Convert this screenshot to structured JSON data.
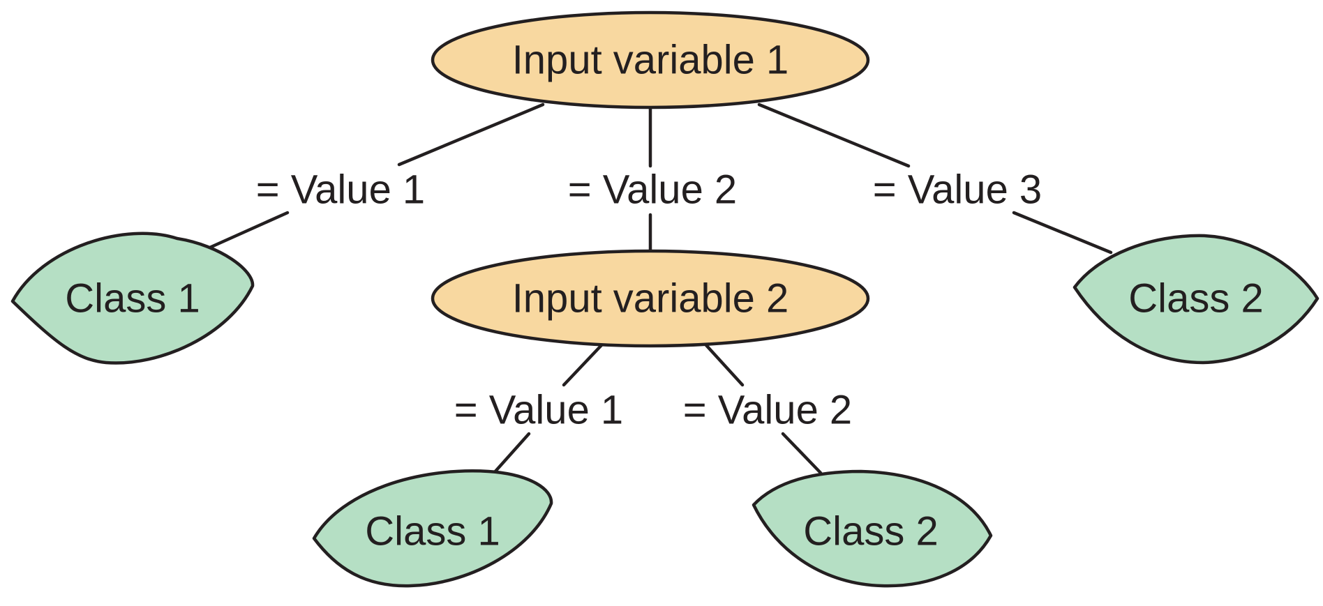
{
  "diagram": {
    "type": "decision-tree",
    "colors": {
      "decision_fill": "#f8d8a0",
      "leaf_fill": "#b5dfc4",
      "stroke": "#231f20",
      "background": "#ffffff"
    },
    "nodes": {
      "root": {
        "label": "Input variable 1",
        "kind": "decision"
      },
      "input2": {
        "label": "Input variable 2",
        "kind": "decision"
      },
      "leaf_a": {
        "label": "Class 1",
        "kind": "leaf"
      },
      "leaf_b": {
        "label": "Class 2",
        "kind": "leaf"
      },
      "leaf_c": {
        "label": "Class 1",
        "kind": "leaf"
      },
      "leaf_d": {
        "label": "Class 2",
        "kind": "leaf"
      }
    },
    "edges": {
      "root_to_leaf_a": {
        "label": "= Value 1",
        "from": "root",
        "to": "leaf_a"
      },
      "root_to_input2": {
        "label": "= Value 2",
        "from": "root",
        "to": "input2"
      },
      "root_to_leaf_b": {
        "label": "= Value 3",
        "from": "root",
        "to": "leaf_b"
      },
      "input2_to_leaf_c": {
        "label": "= Value 1",
        "from": "input2",
        "to": "leaf_c"
      },
      "input2_to_leaf_d": {
        "label": "= Value 2",
        "from": "input2",
        "to": "leaf_d"
      }
    }
  }
}
